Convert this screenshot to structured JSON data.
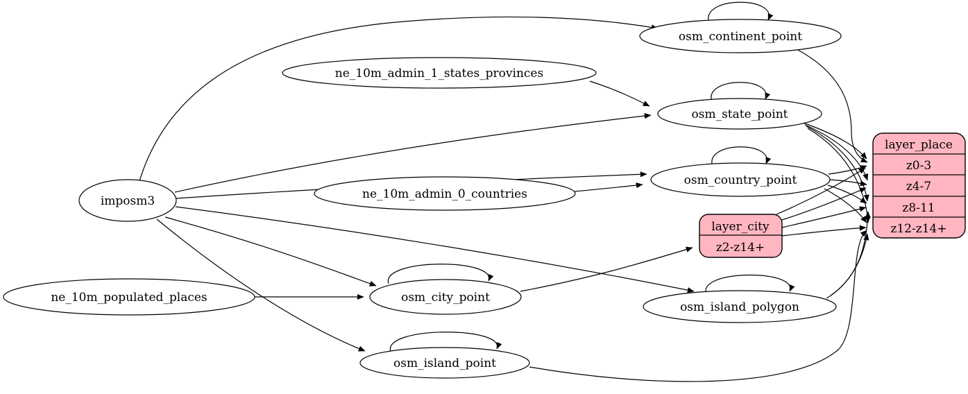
{
  "diagram": {
    "kind": "etl-graph",
    "colors": {
      "background": "#ffffff",
      "table_node_fill": "#ffffff",
      "layer_record_fill": "#ffb6c1",
      "stroke": "#000000"
    },
    "nodes": [
      {
        "id": "imposm3",
        "label": "imposm3",
        "shape": "ellipse"
      },
      {
        "id": "ne_10m_admin_1_states_provinces",
        "label": "ne_10m_admin_1_states_provinces",
        "shape": "ellipse"
      },
      {
        "id": "ne_10m_admin_0_countries",
        "label": "ne_10m_admin_0_countries",
        "shape": "ellipse"
      },
      {
        "id": "ne_10m_populated_places",
        "label": "ne_10m_populated_places",
        "shape": "ellipse"
      },
      {
        "id": "osm_continent_point",
        "label": "osm_continent_point",
        "shape": "ellipse"
      },
      {
        "id": "osm_state_point",
        "label": "osm_state_point",
        "shape": "ellipse"
      },
      {
        "id": "osm_country_point",
        "label": "osm_country_point",
        "shape": "ellipse"
      },
      {
        "id": "osm_city_point",
        "label": "osm_city_point",
        "shape": "ellipse"
      },
      {
        "id": "osm_island_polygon",
        "label": "osm_island_polygon",
        "shape": "ellipse"
      },
      {
        "id": "osm_island_point",
        "label": "osm_island_point",
        "shape": "ellipse"
      },
      {
        "id": "layer_city",
        "shape": "record",
        "rows": [
          "layer_city",
          "z2-z14+"
        ]
      },
      {
        "id": "layer_place",
        "shape": "record",
        "rows": [
          "layer_place",
          "z0-3",
          "z4-7",
          "z8-11",
          "z12-z14+"
        ]
      }
    ],
    "edges": [
      {
        "from": "imposm3",
        "to": "osm_continent_point"
      },
      {
        "from": "imposm3",
        "to": "osm_state_point"
      },
      {
        "from": "imposm3",
        "to": "osm_country_point"
      },
      {
        "from": "imposm3",
        "to": "osm_city_point"
      },
      {
        "from": "imposm3",
        "to": "osm_island_polygon"
      },
      {
        "from": "imposm3",
        "to": "osm_island_point"
      },
      {
        "from": "ne_10m_admin_1_states_provinces",
        "to": "osm_state_point"
      },
      {
        "from": "ne_10m_admin_0_countries",
        "to": "osm_country_point"
      },
      {
        "from": "ne_10m_populated_places",
        "to": "osm_city_point"
      },
      {
        "from": "osm_continent_point",
        "to": "osm_continent_point"
      },
      {
        "from": "osm_state_point",
        "to": "osm_state_point"
      },
      {
        "from": "osm_country_point",
        "to": "osm_country_point"
      },
      {
        "from": "osm_city_point",
        "to": "osm_city_point"
      },
      {
        "from": "osm_island_polygon",
        "to": "osm_island_polygon"
      },
      {
        "from": "osm_island_point",
        "to": "osm_island_point"
      },
      {
        "from": "osm_continent_point",
        "to": "layer_place",
        "port": "z0-3"
      },
      {
        "from": "osm_state_point",
        "to": "layer_place",
        "port": "z0-3"
      },
      {
        "from": "osm_state_point",
        "to": "layer_place",
        "port": "z4-7"
      },
      {
        "from": "osm_state_point",
        "to": "layer_place",
        "port": "z8-11"
      },
      {
        "from": "osm_state_point",
        "to": "layer_place",
        "port": "z12-z14+"
      },
      {
        "from": "osm_country_point",
        "to": "layer_place",
        "port": "z0-3"
      },
      {
        "from": "osm_country_point",
        "to": "layer_place",
        "port": "z4-7"
      },
      {
        "from": "osm_country_point",
        "to": "layer_place",
        "port": "z8-11"
      },
      {
        "from": "osm_country_point",
        "to": "layer_place",
        "port": "z12-z14+"
      },
      {
        "from": "osm_city_point",
        "to": "layer_city",
        "port": "z2-z14+"
      },
      {
        "from": "layer_city",
        "to": "layer_place",
        "port": "z0-3"
      },
      {
        "from": "layer_city",
        "to": "layer_place",
        "port": "z4-7"
      },
      {
        "from": "layer_city",
        "to": "layer_place",
        "port": "z8-11"
      },
      {
        "from": "layer_city",
        "to": "layer_place",
        "port": "z12-z14+"
      },
      {
        "from": "osm_island_polygon",
        "to": "layer_place",
        "port": "z8-11"
      },
      {
        "from": "osm_island_polygon",
        "to": "layer_place",
        "port": "z12-z14+"
      },
      {
        "from": "osm_island_point",
        "to": "layer_place",
        "port": "z12-z14+"
      }
    ]
  }
}
